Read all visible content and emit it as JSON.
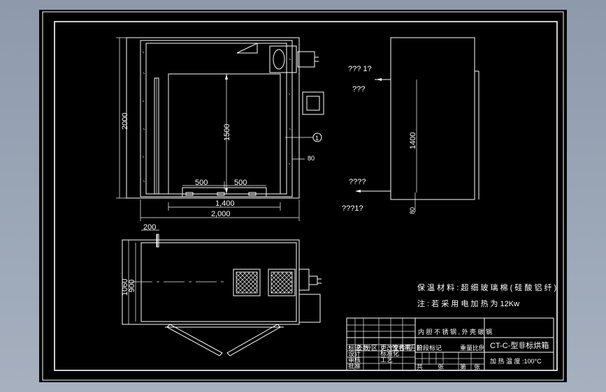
{
  "drawing": {
    "front_view": {
      "height_dim": "2000",
      "inner_height_dim": "1500",
      "width_dim_outer": "2,000",
      "width_dim_inner": "1,400",
      "shelf_dim_left": "500",
      "shelf_dim_right": "500",
      "side_dim": "80",
      "balloon": "1"
    },
    "side_view": {
      "height_dim": "1400",
      "bottom_dim": "80",
      "label_1": "??? 1?",
      "label_2": "???",
      "label_3": "????",
      "label_4": "???1?"
    },
    "top_view": {
      "dim_200": "200",
      "dim_1060": "1060",
      "dim_900": "900"
    },
    "notes": {
      "line_1": "保 温 材 料 : 超 细 玻 璃 棉 ( 硅 酸 铝 纤 )",
      "line_2": "注 : 若 采 用 电 加 热 为 12Kw"
    },
    "title_block": {
      "material": "内 胆 不 锈 钢 , 外 壳 碳 钢",
      "title": "CT-C-型非标烘箱",
      "temp": "加 热 温 度 :100°C",
      "small_cells": [
        "标记",
        "处数",
        "分区",
        "更改文件号",
        "签名",
        "年月日",
        "设计",
        "标准化",
        "阶段标记",
        "重量",
        "比例",
        "审核",
        "工艺",
        "批准",
        "共",
        "张",
        "第",
        "张"
      ]
    }
  }
}
